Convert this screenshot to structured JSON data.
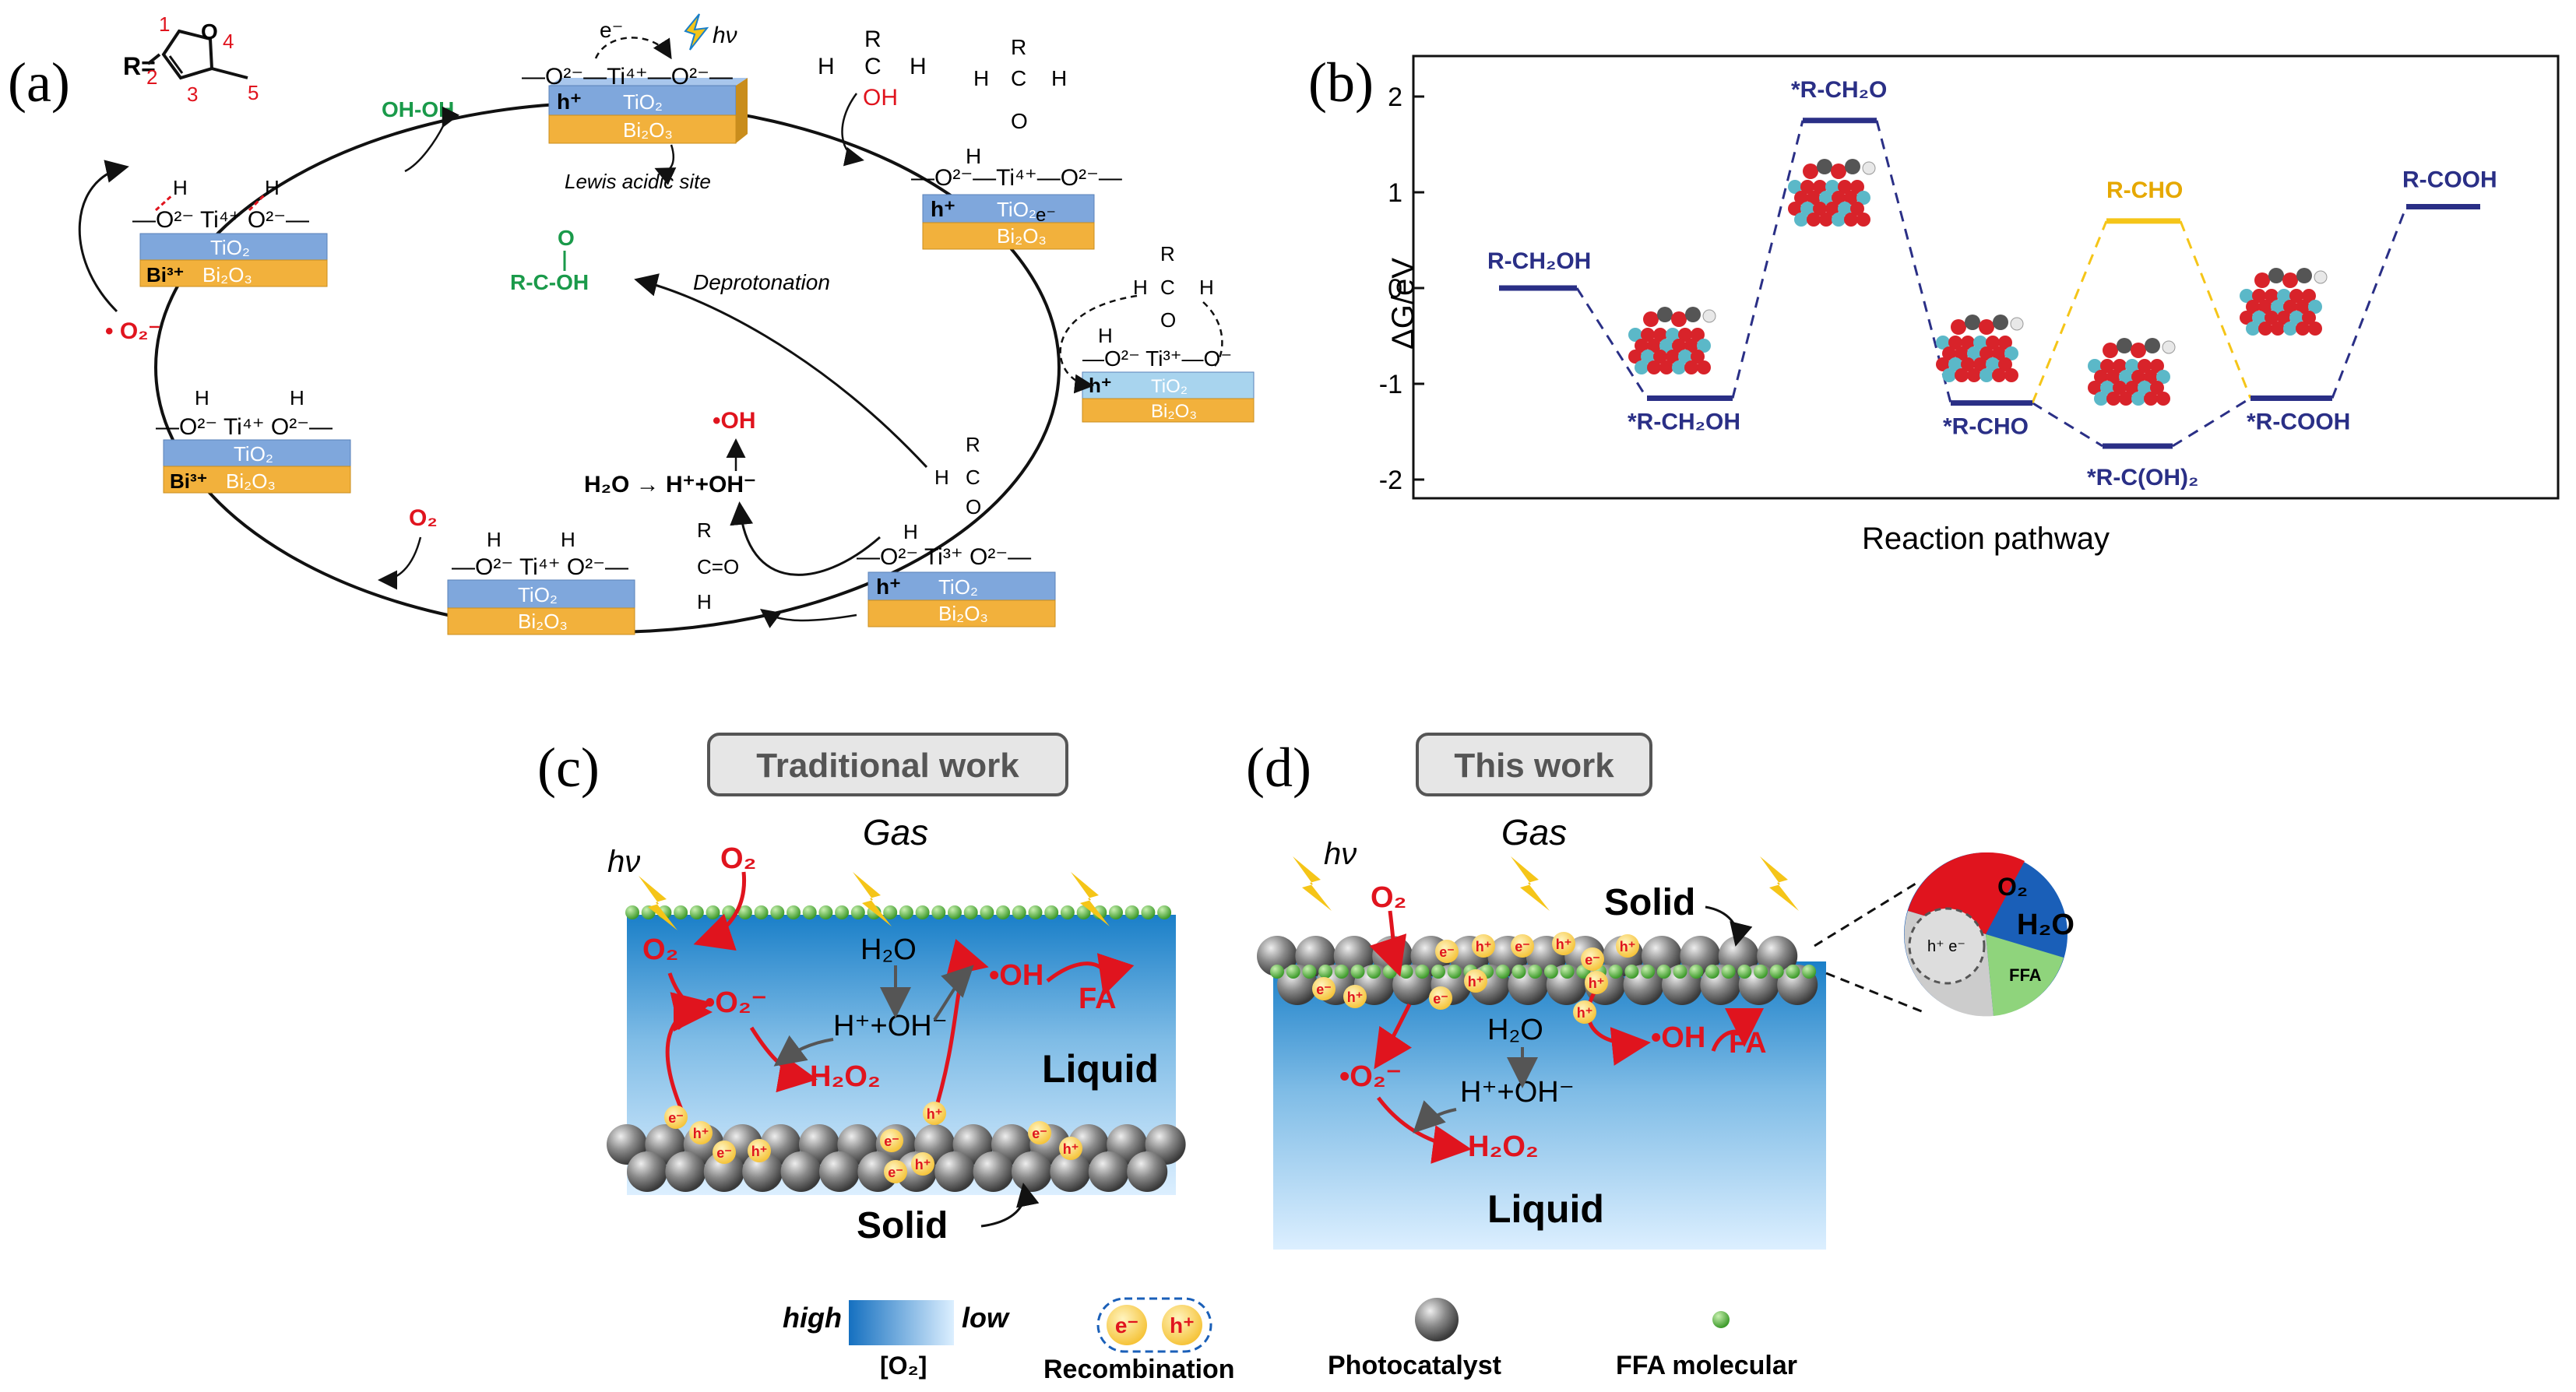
{
  "panel_a": {
    "label": "(a)",
    "r_def": "R=",
    "ring_numbers": [
      "1",
      "2",
      "3",
      "4",
      "5"
    ],
    "ring_o": "O",
    "hv": "hν",
    "e_minus": "e⁻",
    "lewis": "Lewis acidic site",
    "deprotonation": "Deprotonation",
    "hooh": "OH-OH",
    "o2_rad": "• O₂⁻",
    "o2": "O₂",
    "oh_rad": "•OH",
    "water_eq": "H₂O → H⁺+OH⁻",
    "acid": "R-C-OH",
    "acid_o": "O",
    "tio2": "TiO₂",
    "bi2o3": "Bi₂O₃",
    "bi3": "Bi³⁺",
    "hplus": "h⁺",
    "eminus": "e⁻",
    "surf_ti4": "—O²⁻—Ti⁴⁺—O²⁻—",
    "surf_ti4b": "—O²⁻ Ti⁴⁺ O²⁻—",
    "surf_ti3": "—O²⁻ Ti³⁺ O²⁻—",
    "surf_ti3b": "—O²⁻ Ti³⁺—O⁻",
    "h": "H",
    "r": "R",
    "c": "C",
    "o": "O",
    "oh": "OH",
    "co": "C=O"
  },
  "panel_b": {
    "label": "(b)",
    "ylabel": "ΔG/eV",
    "xlabel": "Reaction pathway",
    "ticks": [
      "2",
      "1",
      "0",
      "-1",
      "-2"
    ],
    "states": [
      {
        "name": "R-CH₂OH",
        "value": 0.0
      },
      {
        "name": "*R-CH₂OH",
        "value": -1.15
      },
      {
        "name": "*R-CH₂O",
        "value": 1.75
      },
      {
        "name": "*R-CHO",
        "value": -1.2
      },
      {
        "name": "*R-C(OH)₂",
        "value": -1.65
      },
      {
        "name": "R-CHO",
        "value": 0.7
      },
      {
        "name": "*R-COOH",
        "value": -1.15
      },
      {
        "name": "R-COOH",
        "value": 0.85
      }
    ]
  },
  "panel_c": {
    "label": "(c)",
    "title": "Traditional work",
    "gas": "Gas",
    "liquid": "Liquid",
    "solid": "Solid",
    "hv": "hν",
    "o2": "O₂",
    "o2rad": "•O₂⁻",
    "h2o": "H₂O",
    "ions": "H⁺+OH⁻",
    "h2o2": "H₂O₂",
    "oh": "•OH",
    "fa": "FA",
    "e": "e⁻",
    "h": "h⁺"
  },
  "panel_d": {
    "label": "(d)",
    "title": "This work",
    "gas": "Gas",
    "liquid": "Liquid",
    "solid": "Solid",
    "hv": "hν",
    "o2": "O₂",
    "o2rad": "•O₂⁻",
    "h2o": "H₂O",
    "ions": "H⁺+OH⁻",
    "h2o2": "H₂O₂",
    "oh": "•OH",
    "fa": "FA",
    "inset_o2": "O₂",
    "inset_h2o": "H₂O",
    "inset_ffa": "FFA",
    "inset_he": "h⁺ e⁻"
  },
  "legend": {
    "high": "high",
    "low": "low",
    "o2": "[O₂]",
    "recombination": "Recombination",
    "photocatalyst": "Photocatalyst",
    "ffa": "FFA molecular",
    "e": "e⁻",
    "h": "h⁺"
  },
  "colors": {
    "blue_layer": "#7fa7dc",
    "orange_layer": "#f2b13c",
    "red": "#e0141e",
    "green": "#1a9a4a",
    "navy": "#2a2f86",
    "yellow": "#f5c518",
    "liquid_top": "#1a7fc8",
    "liquid_bottom": "#d6ecfa"
  }
}
